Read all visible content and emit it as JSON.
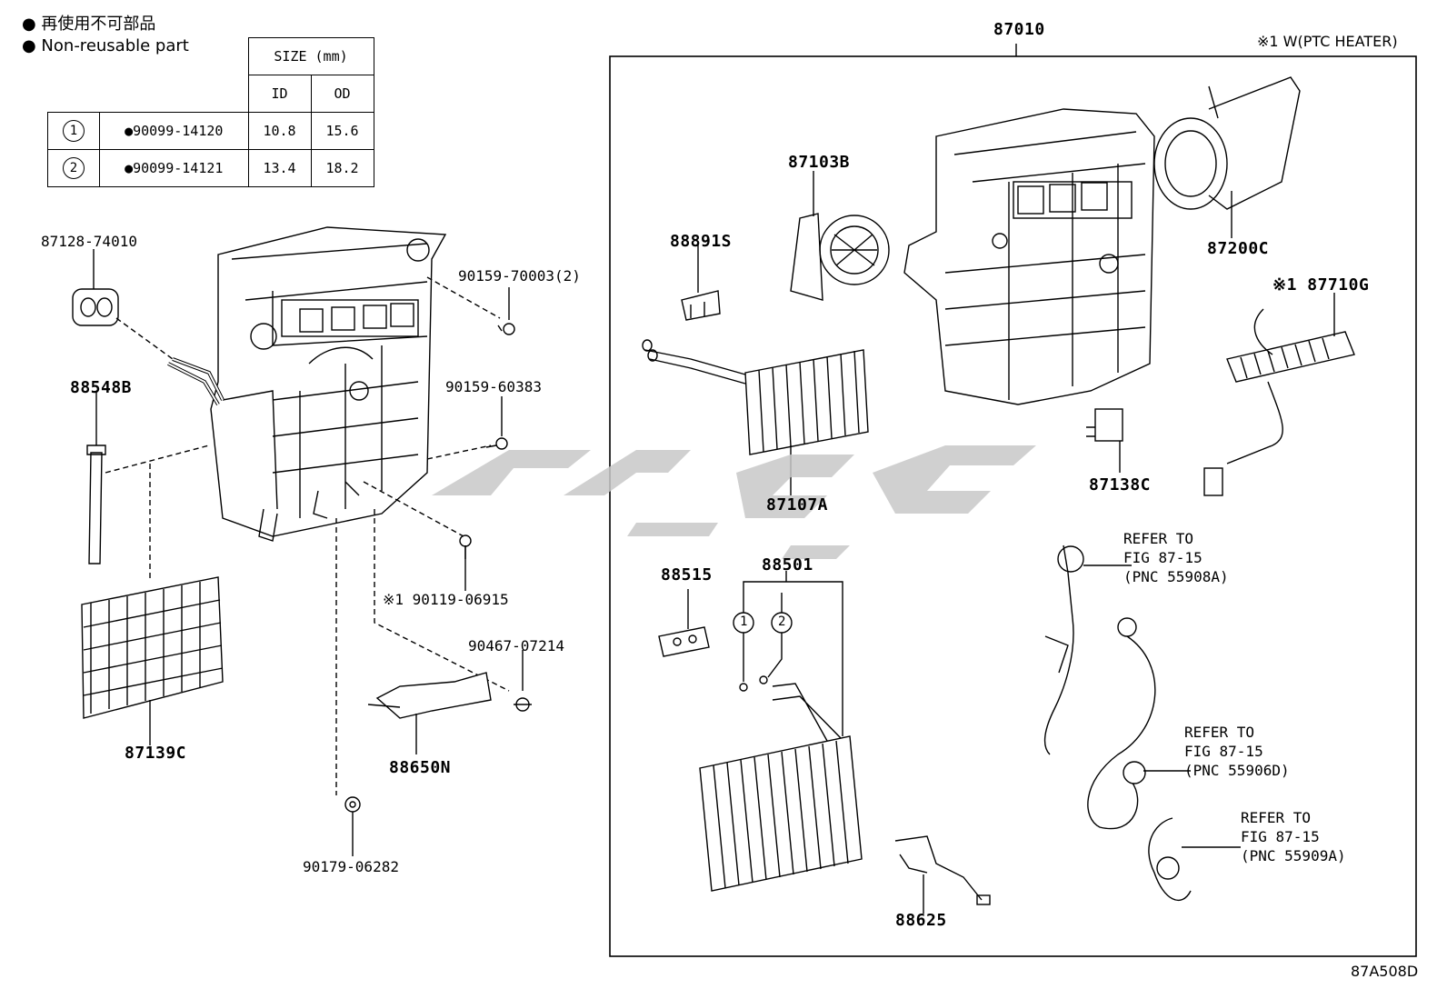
{
  "legend": {
    "jp": "● 再使用不可部品",
    "en": "● Non-reusable part"
  },
  "size_table": {
    "header": "SIZE (mm)",
    "col_id": "ID",
    "col_od": "OD",
    "rows": [
      {
        "mark": "1",
        "part": "●90099-14120",
        "id": "10.8",
        "od": "15.6"
      },
      {
        "mark": "2",
        "part": "●90099-14121",
        "id": "13.4",
        "od": "18.2"
      }
    ]
  },
  "assembly": {
    "number": "87010",
    "note": "※1 W(PTC HEATER)"
  },
  "left_parts": {
    "p87128": "87128-74010",
    "p88548b": "88548B",
    "p87139c": "87139C",
    "p90159a": "90159-70003(2)",
    "p90159b": "90159-60383",
    "p90119": "※1 90119-06915",
    "p90467": "90467-07214",
    "p88650n": "88650N",
    "p90179": "90179-06282"
  },
  "box_parts": {
    "p87103b": "87103B",
    "p88891s": "88891S",
    "p87107a": "87107A",
    "p87200c": "87200C",
    "p87710g": "※1 87710G",
    "p87138c": "87138C",
    "p88515": "88515",
    "p88501": "88501",
    "mark1": "1",
    "mark2": "2",
    "p88625": "88625"
  },
  "refs": [
    {
      "line1": "REFER TO",
      "line2": "FIG 87-15",
      "line3": "(PNC 55908A)"
    },
    {
      "line1": "REFER TO",
      "line2": "FIG 87-15",
      "line3": "(PNC 55906D)"
    },
    {
      "line1": "REFER TO",
      "line2": "FIG 87-15",
      "line3": "(PNC 55909A)"
    }
  ],
  "figure_code": "87A508D"
}
